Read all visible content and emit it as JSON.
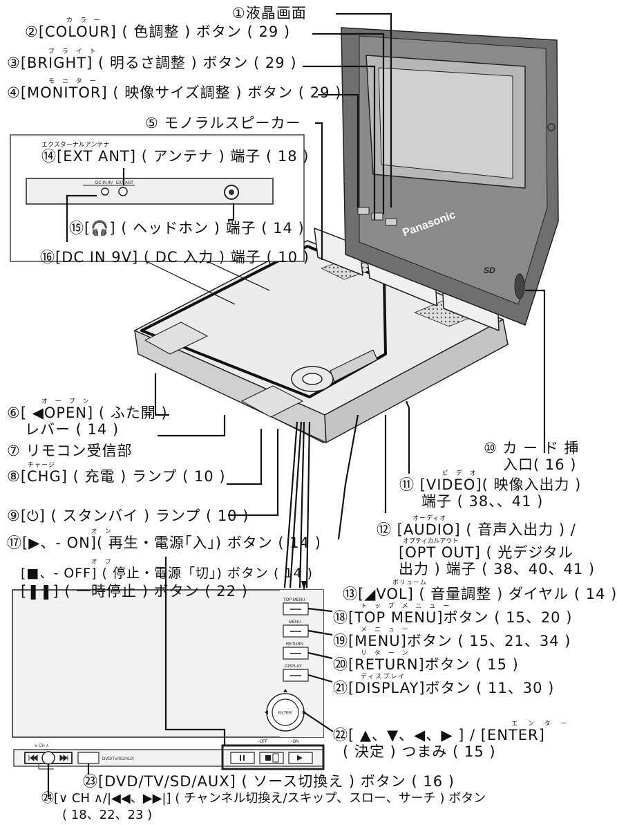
{
  "labels": {
    "l1": "①液晶画面",
    "l2_ruby": "カ ラ ー",
    "l2": "②[COLOUR] ( 色調整 ) ボタン ( 29 )",
    "l3_ruby": "ブ ラ イ ト",
    "l3": "③[BRIGHT] ( 明るさ調整 ) ボタン ( 29 )",
    "l4_ruby": "モ ニ タ ー",
    "l4": "④[MONITOR] ( 映像サイズ調整 ) ボタン ( 29 )",
    "l5": "⑤ モノラルスピーカー",
    "l6_ruby": "オ ー プ ン",
    "l6a": "⑥[ ◀OPEN] ( ふた開 )",
    "l6b": "レバー ( 14 )",
    "l7": "⑦ リモコン受信部",
    "l8_ruby": "チャージ",
    "l8": "⑧[CHG] ( 充電 ) ランプ ( 10 )",
    "l9": "⑨[⏻] ( スタンバイ ) ランプ ( 10 )",
    "l10a": "⑩ カ ー ド 挿",
    "l10b": "入口( 16 )",
    "l11_ruby": "ビ デ オ",
    "l11a": "⑪ [VIDEO]( 映像入出力 )",
    "l11b": "端子 ( 38、、41 )",
    "l12_ruby": "オーディオ",
    "l12a": "⑫ [AUDIO] ( 音声入出力 ) /",
    "l12_ruby2": "オプティカルアウト",
    "l12b": "[OPT OUT] ( 光デジタル",
    "l12c": "出力 ) 端子 ( 38、40、41 )",
    "l13_ruby": "ボリューム",
    "l13": "⑬[◢VOL] ( 音量調整 ) ダイヤル ( 14 )",
    "l14_ruby": "エクスターナルアンテナ",
    "l14": "⑭[EXT ANT] ( アンテナ ) 端子 ( 18 )",
    "l15": "⑮[🎧] ( ヘッドホン ) 端子 ( 14 )",
    "l16": "⑯[DC IN 9V] ( DC 入力 ) 端子 ( 10 )",
    "l17_ruby": "オ ン",
    "l17": "⑰[▶、- ON]( 再生・電源｢入｣) ボタン ( 14 )",
    "l17b_ruby": "オ フ",
    "l17b": "[■、- OFF] ( 停止・電源「切」) ボタン ( 14 )",
    "l17c": "[❚❚] ( 一時停止 ) ボタン ( 22 )",
    "l18_ruby": "ト ッ プ メ ニ ュ ー",
    "l18": "⑱[TOP MENU]ボタン ( 15、20 )",
    "l19_ruby": "メ ニ ュ ー",
    "l19": "⑲[MENU]ボタン ( 15、21、34 )",
    "l20_ruby": "リ タ ー ン",
    "l20": "⑳[RETURN]ボタン ( 15 )",
    "l21_ruby": "ディスプレイ",
    "l21": "㉑[DISPLAY]ボタン ( 11、30 )",
    "l22_ruby": "エ ン タ ー",
    "l22a": "㉒[ ▲、▼、◀、▶ ] / [ENTER]",
    "l22b": "( 決定 ) つまみ ( 15 )",
    "l23": "㉓[DVD/TV/SD/AUX] ( ソース切換え ) ボタン ( 16 )",
    "l24a": "㉔[∨ CH ∧/|◀◀、▶▶|] ( チャンネル切換え/スキップ、スロー、サーチ ) ボタン",
    "l24b": "( 18、22、23 )"
  },
  "device": {
    "brand": "Panasonic",
    "sd_logo": "SD",
    "inset_dcin": "DC IN 9V",
    "inset_extant": "EXT ANT",
    "panel_topmenu": "TOP MENU",
    "panel_menu": "MENU",
    "panel_return": "RETURN",
    "panel_display": "DISPLAY",
    "panel_enter": "ENTER",
    "panel_ch": "∨   CH   ∧",
    "panel_source": "DVD/TV/SD/AUX",
    "panel_off": "−OFF",
    "panel_on": "−ON"
  }
}
